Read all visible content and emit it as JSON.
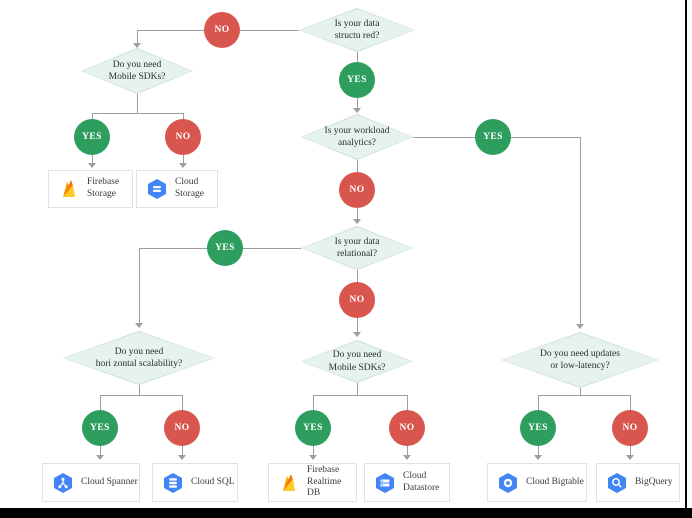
{
  "labels": {
    "yes": "YES",
    "no": "NO"
  },
  "decisions": {
    "structured": {
      "line1": "Is your data",
      "line2": "structu red?"
    },
    "mobile_sdks_top": {
      "line1": "Do you need",
      "line2": "Mobile SDKs?"
    },
    "workload_analytics": {
      "line1": "Is your workload",
      "line2": "analytics?"
    },
    "relational": {
      "line1": "Is your data",
      "line2": "relational?"
    },
    "horizontal_scalability": {
      "line1": "Do you need",
      "line2": "hori zontal scalability?"
    },
    "mobile_sdks_bottom": {
      "line1": "Do you need",
      "line2": "Mobile SDKs?"
    },
    "updates_low_latency": {
      "line1": "Do you need updates",
      "line2": "or low-latency?"
    }
  },
  "products": {
    "firebase_storage": {
      "line1": "Firebase",
      "line2": "Storage"
    },
    "cloud_storage": {
      "line1": "Cloud Storage"
    },
    "cloud_spanner": {
      "line1": "Cloud Spanner"
    },
    "cloud_sql": {
      "line1": "Cloud SQL"
    },
    "firebase_realtime_db": {
      "line1": "Firebase",
      "line2": "Realtime DB"
    },
    "cloud_datastore": {
      "line1": "Cloud",
      "line2": "Datastore"
    },
    "cloud_bigtable": {
      "line1": "Cloud Bigtable"
    },
    "bigquery": {
      "line1": "BigQuery"
    }
  },
  "colors": {
    "yes_green": "#2E9E5F",
    "no_red": "#D9564E",
    "diamond_fill": "#E6F3EC",
    "diamond_border": "#C7DDD0",
    "connector_gray": "#9E9E9E",
    "icon_blue": "#4285F4",
    "flame_orange": "#FFA000",
    "flame_dark": "#F57C00",
    "flame_light": "#FFCA28"
  }
}
